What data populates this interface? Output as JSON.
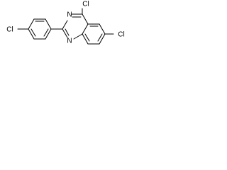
{
  "molecule": {
    "atoms": {
      "cl_chlorophenyl": "Cl",
      "cl_position_4": "Cl",
      "cl_position_6": "Cl",
      "n_position_3": "N",
      "n_position_1": "N"
    }
  }
}
